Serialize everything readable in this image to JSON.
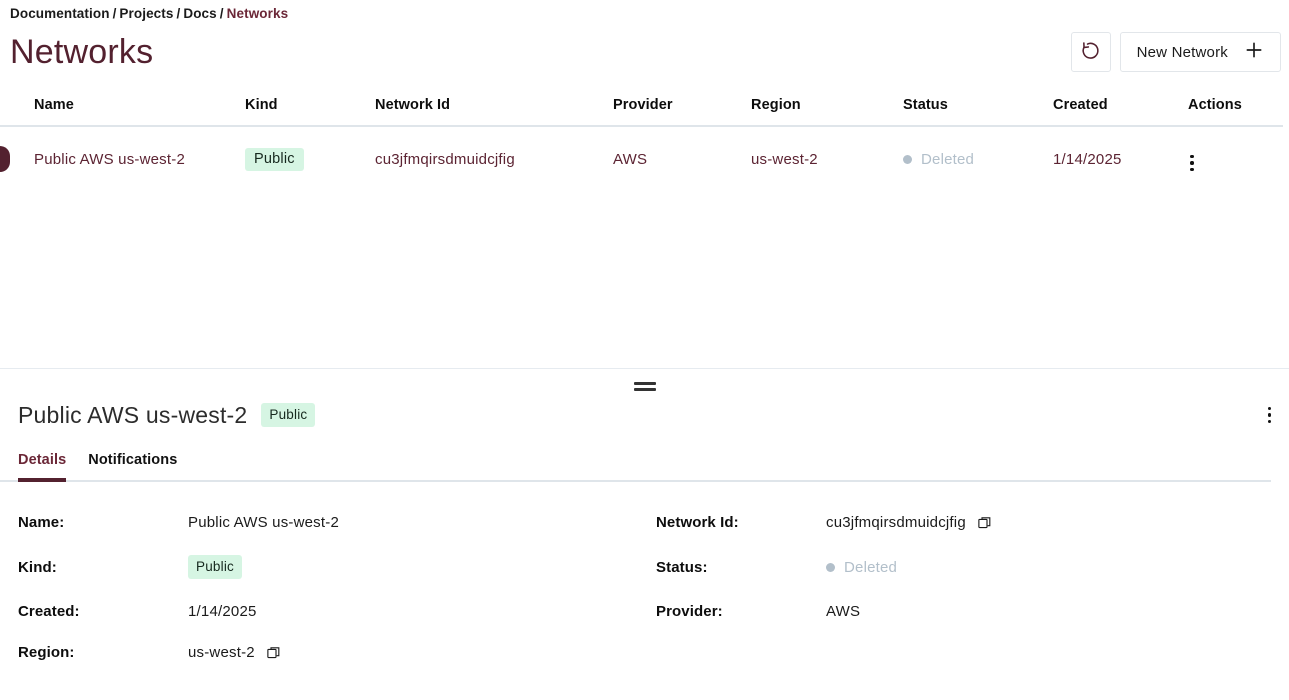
{
  "breadcrumb": {
    "items": [
      "Documentation",
      "Projects",
      "Docs",
      "Networks"
    ],
    "separator": "/"
  },
  "page": {
    "title": "Networks"
  },
  "header_actions": {
    "refresh_icon": "refresh-icon",
    "new_network_label": "New Network",
    "plus_icon": "plus-icon"
  },
  "table": {
    "columns": [
      "Name",
      "Kind",
      "Network Id",
      "Provider",
      "Region",
      "Status",
      "Created",
      "Actions"
    ],
    "rows": [
      {
        "name": "Public AWS us-west-2",
        "kind": "Public",
        "network_id": "cu3jfmqirsdmuidcjfig",
        "provider": "AWS",
        "region": "us-west-2",
        "status": "Deleted",
        "created": "1/14/2025",
        "actions_icon": "kebab-menu-icon",
        "selected": true
      }
    ]
  },
  "detail": {
    "title": "Public AWS us-west-2",
    "badge": "Public",
    "menu_icon": "kebab-menu-icon",
    "tabs": [
      {
        "label": "Details",
        "active": true
      },
      {
        "label": "Notifications",
        "active": false
      }
    ],
    "fields": {
      "name_label": "Name:",
      "name_value": "Public AWS us-west-2",
      "kind_label": "Kind:",
      "kind_value": "Public",
      "created_label": "Created:",
      "created_value": "1/14/2025",
      "region_label": "Region:",
      "region_value": "us-west-2",
      "network_id_label": "Network Id:",
      "network_id_value": "cu3jfmqirsdmuidcjfig",
      "status_label": "Status:",
      "status_value": "Deleted",
      "provider_label": "Provider:",
      "provider_value": "AWS"
    }
  },
  "colors": {
    "accent": "#53212f",
    "badge_bg": "#d6f5e3",
    "status_muted": "#b2bfca",
    "border": "#dfe5ea"
  }
}
